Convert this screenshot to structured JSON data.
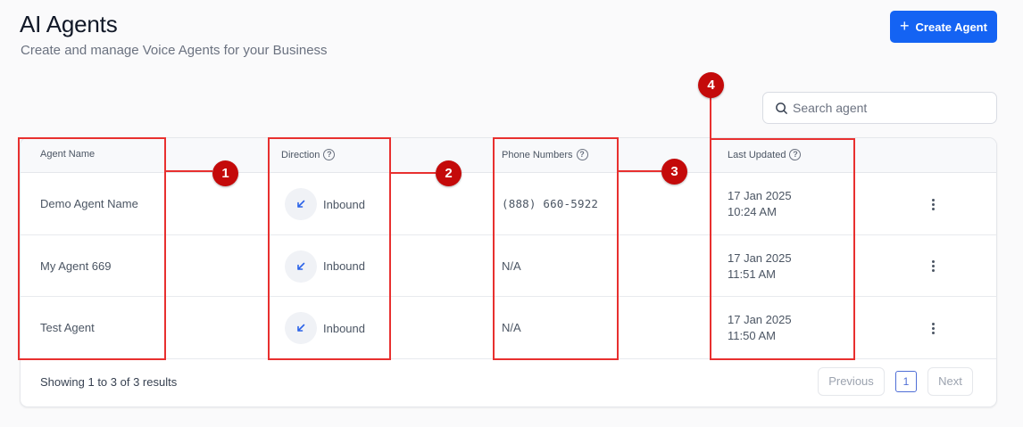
{
  "header": {
    "title": "AI Agents",
    "subtitle": "Create and manage Voice Agents for your Business",
    "create_button_label": "Create Agent",
    "create_button_icon": "plus-icon"
  },
  "search": {
    "placeholder": "Search agent",
    "value": "",
    "icon": "search-icon"
  },
  "table": {
    "columns": [
      {
        "label": "Agent Name",
        "help": false
      },
      {
        "label": "Direction",
        "help": true
      },
      {
        "label": "Phone Numbers",
        "help": true
      },
      {
        "label": "Last Updated",
        "help": true
      }
    ],
    "rows": [
      {
        "name": "Demo Agent Name",
        "direction": "Inbound",
        "direction_icon": "arrow-down-left-icon",
        "phone": "(888) 660-5922",
        "date": "17 Jan 2025",
        "time": "10:24 AM"
      },
      {
        "name": "My Agent 669",
        "direction": "Inbound",
        "direction_icon": "arrow-down-left-icon",
        "phone": "N/A",
        "date": "17 Jan 2025",
        "time": "11:51 AM"
      },
      {
        "name": "Test Agent",
        "direction": "Inbound",
        "direction_icon": "arrow-down-left-icon",
        "phone": "N/A",
        "date": "17 Jan 2025",
        "time": "11:50 AM"
      }
    ]
  },
  "pagination": {
    "summary": "Showing 1 to 3 of 3 results",
    "previous_label": "Previous",
    "next_label": "Next",
    "current_page": "1"
  },
  "annotations": [
    {
      "number": "1",
      "target": "Agent Name column"
    },
    {
      "number": "2",
      "target": "Direction column"
    },
    {
      "number": "3",
      "target": "Phone Numbers column"
    },
    {
      "number": "4",
      "target": "Last Updated column"
    }
  ],
  "colors": {
    "primary": "#1463f3",
    "annotation_red": "#e8302f",
    "annotation_badge": "#c40a0a",
    "page_active": "#4f6ed6"
  }
}
